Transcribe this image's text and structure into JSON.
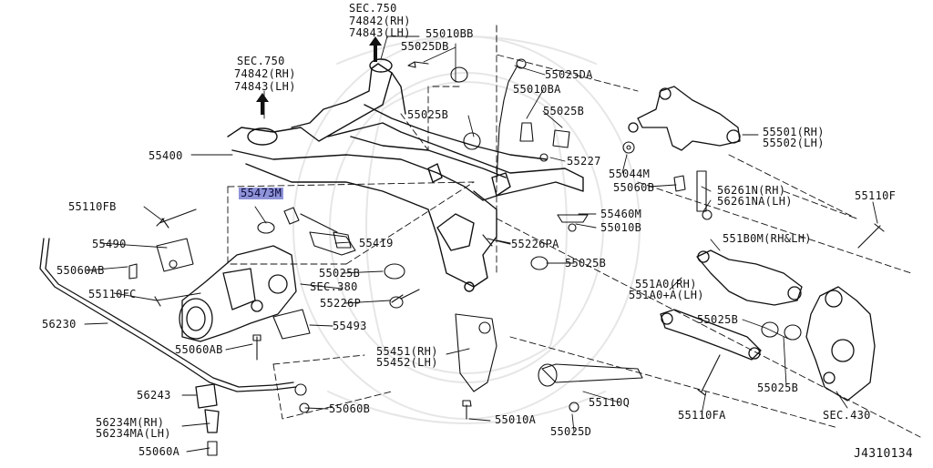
{
  "diagram_id": "J4310134",
  "highlight_color": "#8f93d8",
  "labels": {
    "sec750_top": "SEC.750",
    "sec750_top_rh": "74842(RH)",
    "sec750_top_lh": "74843(LH)",
    "sec750_left": "SEC.750",
    "sec750_left_rh": "74842(RH)",
    "sec750_left_lh": "74843(LH)",
    "p55010bb": "55010BB",
    "p55025db": "55025DB",
    "p55025da": "55025DA",
    "p55010ba": "55010BA",
    "p55025b_1": "55025B",
    "p55025b_2": "55025B",
    "p55227": "55227",
    "p55501": "55501(RH)",
    "p55502": "55502(LH)",
    "p55044m": "55044M",
    "p55060b_1": "55060B",
    "p56261n": "56261N(RH)",
    "p56261na": "56261NA(LH)",
    "p55400": "55400",
    "p55473m": "55473M",
    "p55110fb": "55110FB",
    "p55110f": "55110F",
    "p55460m": "55460M",
    "p55010b": "55010B",
    "p55490": "55490",
    "p55419": "55419",
    "p55226pa": "55226PA",
    "p551b0m": "551B0M(RH&LH)",
    "p55060ab_1": "55060AB",
    "p55025b_3": "55025B",
    "p55025b_4": "55025B",
    "p551a0": "551A0(RH)",
    "p551a0a": "551A0+A(LH)",
    "p55110fc": "55110FC",
    "sec380": "SEC.380",
    "p55226p": "55226P",
    "p56230": "56230",
    "p55025b_5": "55025B",
    "p55493": "55493",
    "p55060ab_2": "55060AB",
    "p55451": "55451(RH)",
    "p55452": "55452(LH)",
    "p55025b_6": "55025B",
    "p56243": "56243",
    "p55060b_2": "55060B",
    "p55110q": "55110Q",
    "p56234m": "56234M(RH)",
    "p56234ma": "56234MA(LH)",
    "p55010a": "55010A",
    "p55110fa": "55110FA",
    "sec430": "SEC.430",
    "p55060a": "55060A",
    "p55025d": "55025D"
  }
}
